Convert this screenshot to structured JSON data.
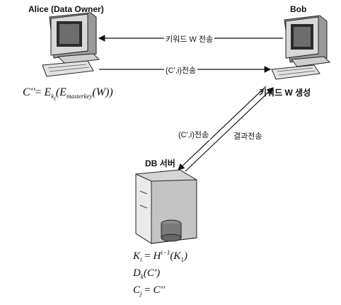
{
  "nodes": {
    "alice": {
      "label": "Alice (Data Owner)"
    },
    "bob": {
      "label": "Bob"
    },
    "db": {
      "label": "DB 서버"
    }
  },
  "edges": {
    "bob_to_alice": {
      "label": "키워드 W 전송"
    },
    "alice_to_bob": {
      "label": "(C',i)전송"
    },
    "bob_to_db": {
      "label": "(C',i)전송"
    },
    "db_to_bob": {
      "label": "결과전송"
    }
  },
  "bob_note": "키워드 W 생성",
  "formulas": {
    "alice": {
      "lhs": "C''",
      "eq": "=",
      "E": "E",
      "k": "k",
      "i": "i",
      "masterkey": "masterkey",
      "w": "W"
    },
    "db_line1": {
      "K": "K",
      "i": "i",
      "eq": "=",
      "H": "H",
      "exp": "i−1",
      "K1": "K",
      "one": "1"
    },
    "db_line2": {
      "D": "D",
      "k": "k",
      "arg": "C'"
    },
    "db_line3": {
      "C": "C",
      "j": "j",
      "eq": "=",
      "rhs": "C''"
    }
  }
}
